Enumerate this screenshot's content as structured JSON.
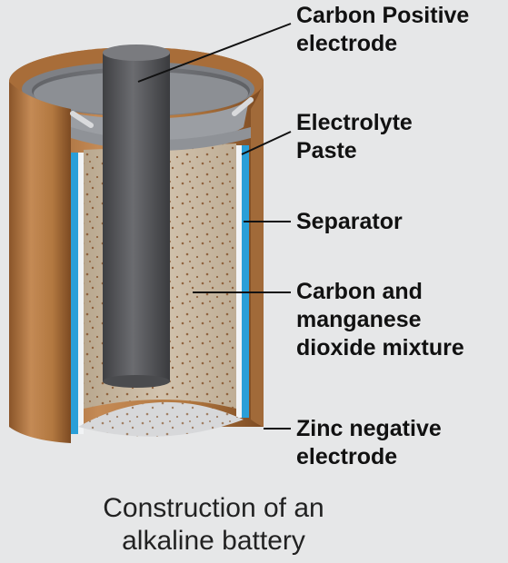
{
  "labels": {
    "carbon_positive": [
      "Carbon Positive",
      "electrode"
    ],
    "electrolyte": [
      "Electrolyte",
      "Paste"
    ],
    "separator": [
      "Separator"
    ],
    "mixture": [
      "Carbon and",
      "manganese",
      "dioxide mixture"
    ],
    "zinc": [
      "Zinc negative",
      "electrode"
    ]
  },
  "caption": [
    "Construction of an",
    "alkaline battery"
  ],
  "colors": {
    "background": "#e6e7e8",
    "zinc_casing": "#b07440",
    "separator": "#2a9fd8",
    "mixture": "#cbbba6",
    "carbon_rod": "#5a5b5e",
    "cap": "#9b9ea3"
  }
}
